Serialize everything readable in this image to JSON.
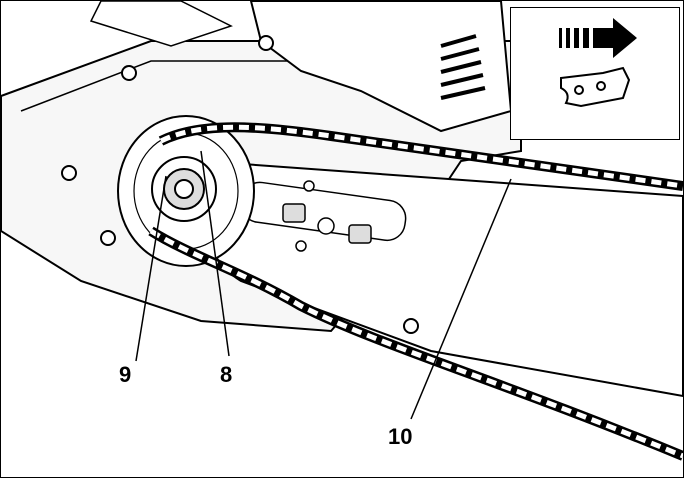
{
  "callouts": {
    "label_9": "9",
    "label_8": "8",
    "label_10": "10"
  },
  "colors": {
    "line": "#000000",
    "background": "#ffffff",
    "housing_tint": "#f2f2f2"
  },
  "icons": {
    "inset_direction": "chain-direction-arrow-icon",
    "inset_link": "chain-link-icon",
    "screw": "screw-icon",
    "sprocket": "sprocket-icon"
  }
}
